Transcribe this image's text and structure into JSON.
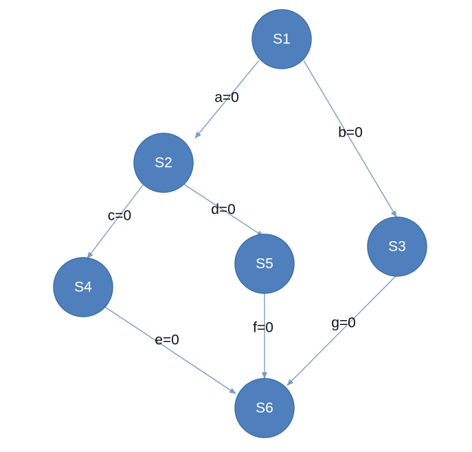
{
  "diagram": {
    "nodes": [
      {
        "id": "S1",
        "label": "S1"
      },
      {
        "id": "S2",
        "label": "S2"
      },
      {
        "id": "S3",
        "label": "S3"
      },
      {
        "id": "S4",
        "label": "S4"
      },
      {
        "id": "S5",
        "label": "S5"
      },
      {
        "id": "S6",
        "label": "S6"
      }
    ],
    "edges": [
      {
        "from": "S1",
        "to": "S2",
        "label": "a=0"
      },
      {
        "from": "S1",
        "to": "S3",
        "label": "b=0"
      },
      {
        "from": "S2",
        "to": "S4",
        "label": "c=0"
      },
      {
        "from": "S2",
        "to": "S5",
        "label": "d=0"
      },
      {
        "from": "S4",
        "to": "S6",
        "label": "e=0"
      },
      {
        "from": "S5",
        "to": "S6",
        "label": "f=0"
      },
      {
        "from": "S3",
        "to": "S6",
        "label": "g=0"
      }
    ],
    "colors": {
      "node_fill": "#4f80bd",
      "edge": "#7a9cc2",
      "node_text": "#ffffff",
      "edge_text": "#111111"
    }
  }
}
